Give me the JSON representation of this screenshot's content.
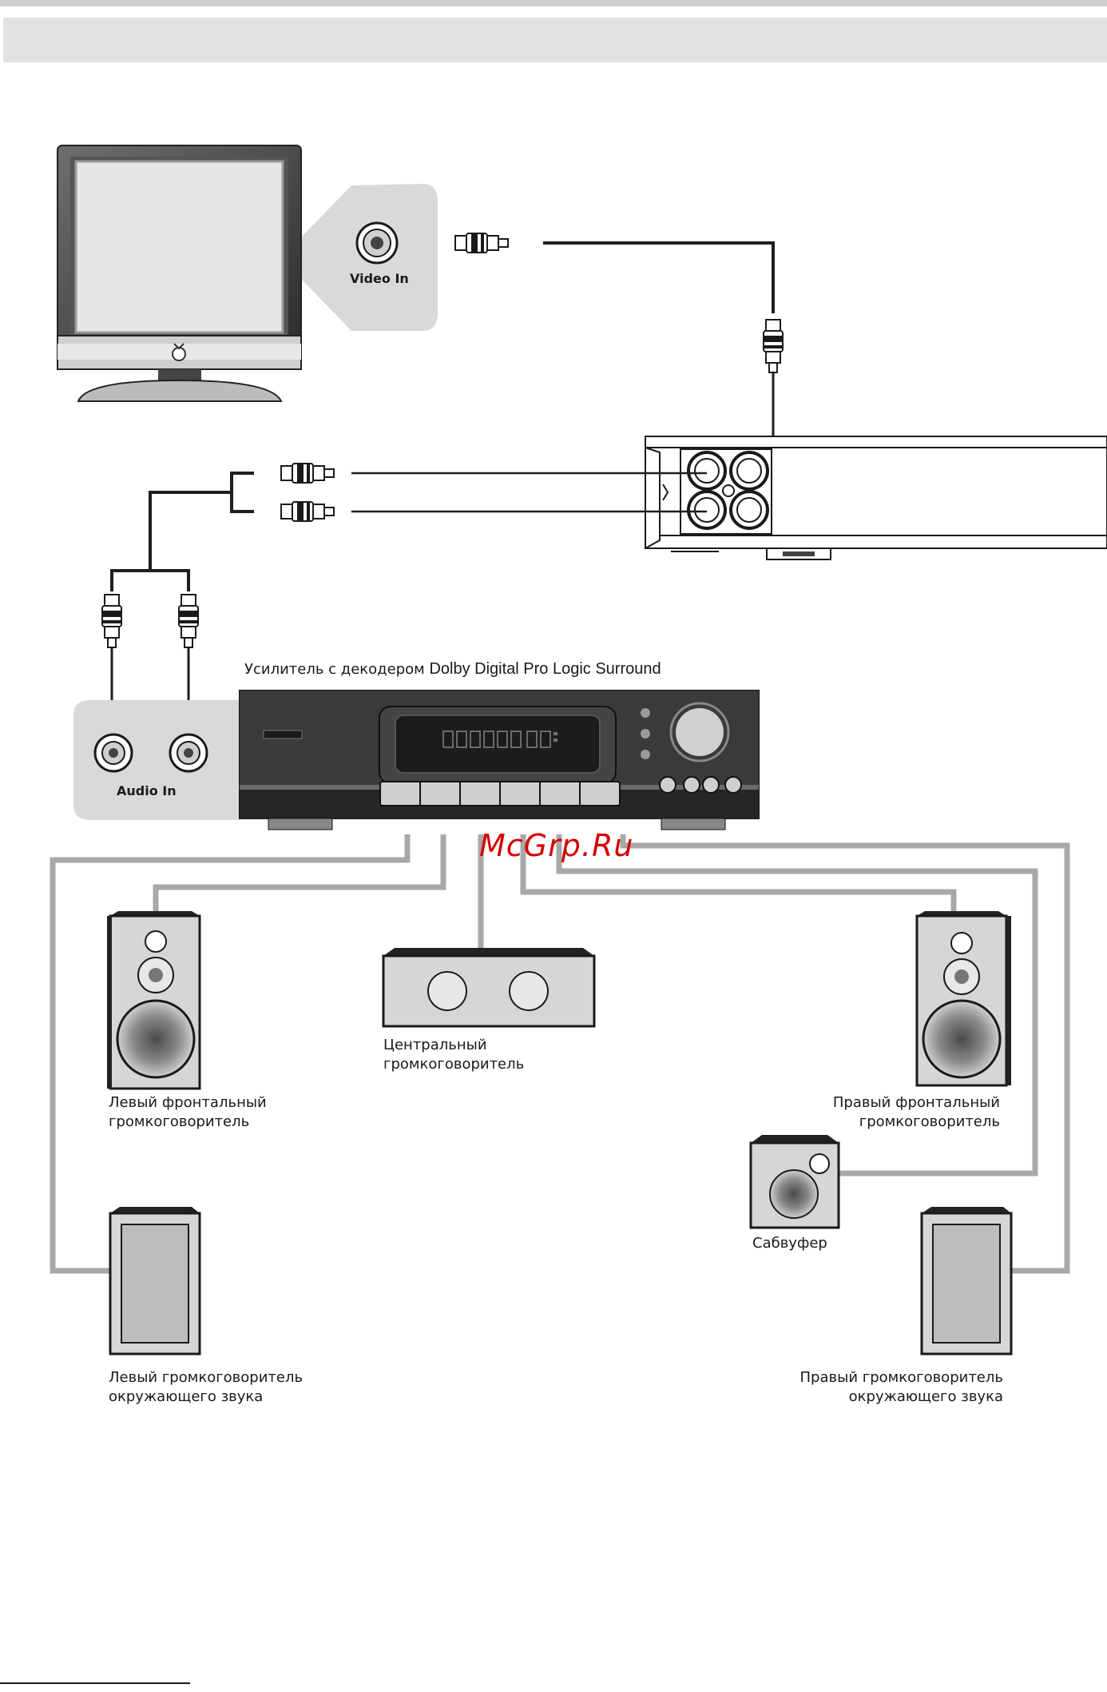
{
  "colors": {
    "header_bar": "#e2e2e2",
    "top_rule": "#cfcfcf",
    "panel": "#d9d9d9",
    "speaker_wire": "#a8a8a8",
    "signal_wire": "#1e1e1e",
    "watermark": "#d40000"
  },
  "connectors": {
    "video_in": "Video In",
    "audio_in": "Audio In"
  },
  "amplifier": {
    "title_prefix": "Усилитель с декодером",
    "title_brand": "Dolby Digital Pro Logic Surround"
  },
  "watermark": "McGrp.Ru",
  "speakers": {
    "front_left": {
      "line1": "Левый  фронтальный",
      "line2": "громкоговоритель"
    },
    "center": {
      "line1": "Центральный",
      "line2": "громкоговоритель"
    },
    "front_right": {
      "line1": "Правый  фронтальный",
      "line2": "громкоговоритель"
    },
    "subwoofer": {
      "line1": "Сабвуфер"
    },
    "surround_left": {
      "line1": "Левый  громкоговоритель",
      "line2": "окружающего   звука"
    },
    "surround_right": {
      "line1": "Правый  громкоговоритель",
      "line2": "окружающего   звука"
    }
  },
  "icons": [
    "tv-monitor-icon",
    "dvd-player-icon",
    "amplifier-icon",
    "rca-plug-icon",
    "speaker-icon",
    "subwoofer-icon"
  ]
}
